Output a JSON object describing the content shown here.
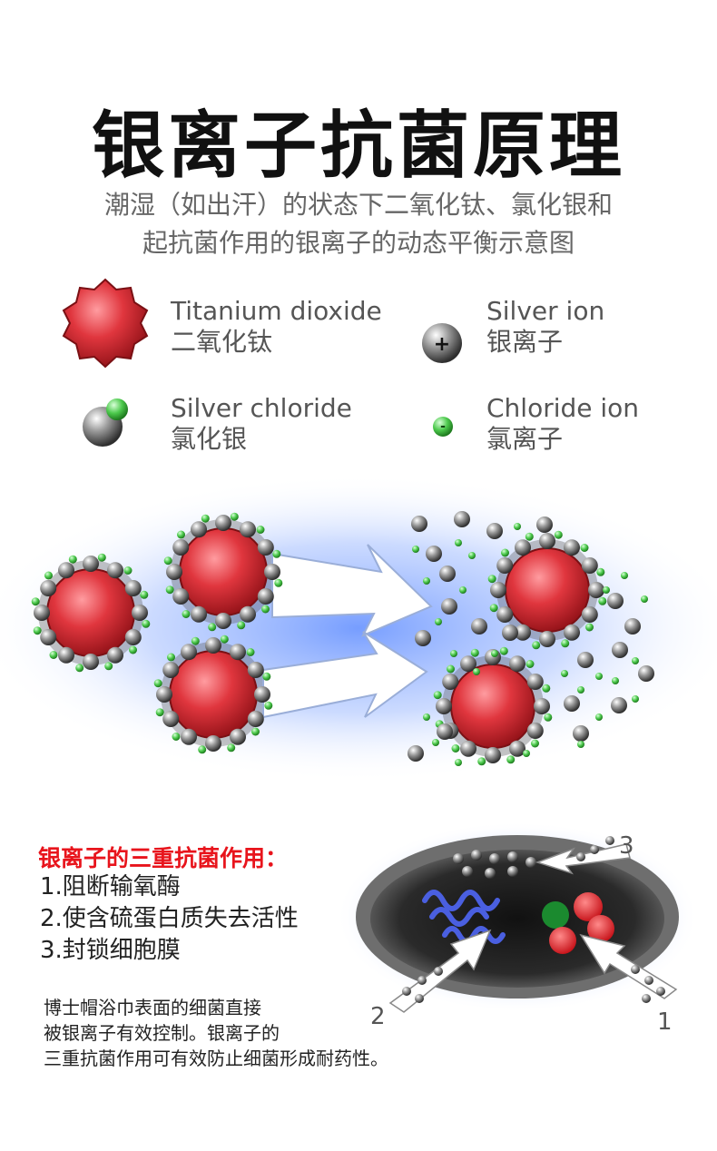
{
  "header": {
    "title": "银离子抗菌原理",
    "subtitle_line1": "潮湿（如出汗）的状态下二氧化钛、氯化银和",
    "subtitle_line2": "起抗菌作用的银离子的动态平衡示意图"
  },
  "legend": [
    {
      "en": "Titanium dioxide",
      "zh": "二氧化钛",
      "icon": "titanium-dioxide-icon"
    },
    {
      "en": "Silver ion",
      "zh": "银离子",
      "icon": "silver-ion-icon"
    },
    {
      "en": "Silver chloride",
      "zh": "氯化银",
      "icon": "silver-chloride-icon"
    },
    {
      "en": "Chloride ion",
      "zh": "氯离子",
      "icon": "chloride-ion-icon"
    }
  ],
  "bacteria_section": {
    "heading": "银离子的三重抗菌作用：",
    "items": [
      "1.阻断输氧酶",
      "2.使含硫蛋白质失去活性",
      "3.封锁细胞膜"
    ],
    "description": [
      "博士帽浴巾表面的细菌直接",
      "被银离子有效控制。银离子的",
      "三重抗菌作用可有效防止细菌形成耐药性。"
    ],
    "markers": [
      "1",
      "2",
      "3"
    ]
  },
  "colors": {
    "title": "#111111",
    "subtitle": "#666666",
    "accent_red": "#e8141c",
    "particle_red": "#d8303a",
    "chloride_green": "#4cc94c",
    "glow_blue": "#8fb3ff"
  }
}
